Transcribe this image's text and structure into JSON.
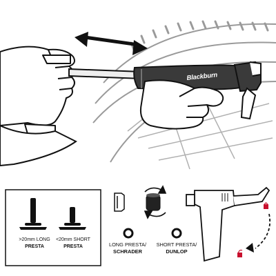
{
  "pump": {
    "brand": "Blackburn",
    "motion_icon": "double-headed-arrow-icon"
  },
  "valve_box": {
    "presta_long": {
      "line1": ">20mm LONG",
      "line2": "PRESTA"
    },
    "presta_short": {
      "line1": "<20mm SHORT",
      "line2": "PRESTA"
    }
  },
  "head_setup": {
    "label_left": {
      "line1": "LONG PRESTA/",
      "line2": "SCHRADER"
    },
    "label_right": {
      "line1": "SHORT PRESTA/",
      "line2": "DUNLOP"
    },
    "icons": [
      "thread-adapter-icon",
      "rotate-arrows-icon",
      "rubber-gasket-icon",
      "lock-lever-icon"
    ]
  },
  "colors": {
    "ink": "#111111",
    "pump_body": "#3a3a3a",
    "wheel_gray": "#9a9a9a",
    "hand_fill": "#ffffff"
  }
}
